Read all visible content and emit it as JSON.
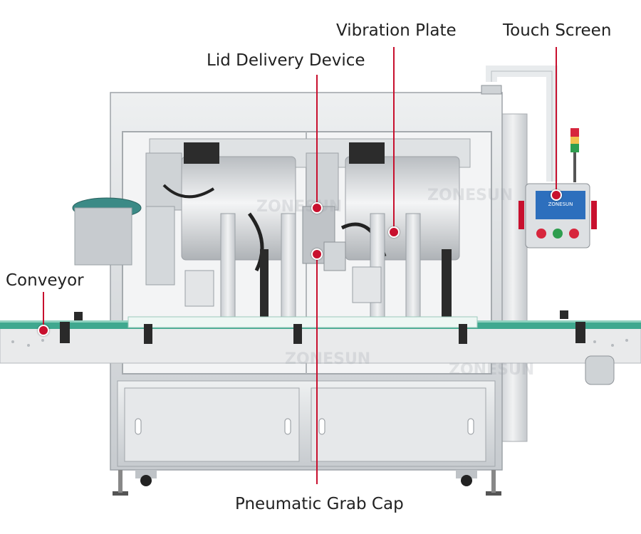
{
  "callouts": {
    "vibration_plate": "Vibration Plate",
    "touch_screen": "Touch Screen",
    "lid_delivery": "Lid Delivery Device",
    "conveyor": "Conveyor",
    "pneumatic_grab": "Pneumatic Grab Cap"
  },
  "machine": {
    "panel_brand": "ZONESUN",
    "watermark": "ZONESUN"
  },
  "colors": {
    "leader": "#c8102e",
    "stainless": "#d9dcdf",
    "conveyor_belt": "#3fa88f",
    "beacon_red": "#d7263d",
    "beacon_yellow": "#f2c14e",
    "beacon_green": "#2e9e4f"
  }
}
